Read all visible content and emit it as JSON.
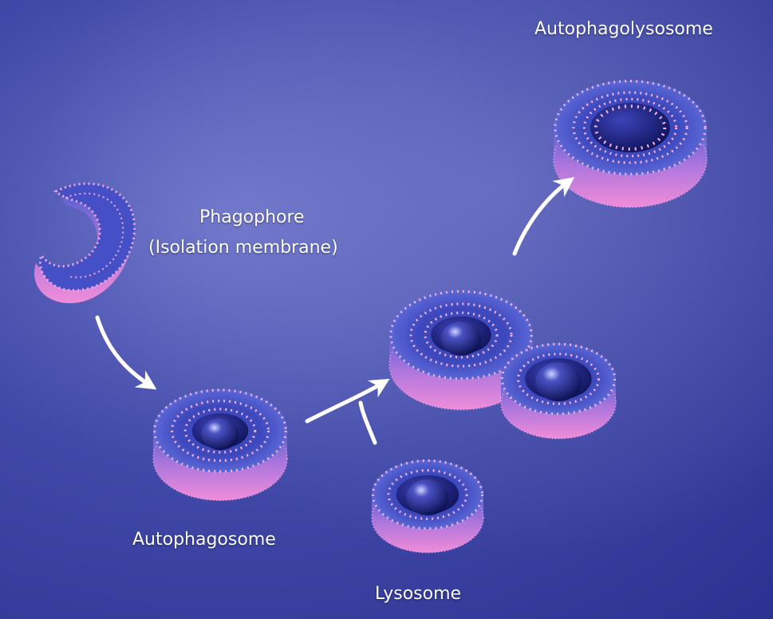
{
  "labels": {
    "autophagolysosome": "Autophagolysosome",
    "phagophore_line1": "Phagophore",
    "phagophore_line2": "(Isolation membrane)",
    "autophagosome": "Autophagosome",
    "lysosome": "Lysosome"
  },
  "colors": {
    "background": "#4149a8",
    "membrane_pink": "#e27bd8",
    "membrane_blue": "#4b56c8",
    "lumen": "#1b1f7a",
    "arrow": "#ffffff",
    "text": "#ffffff"
  },
  "structures": [
    {
      "name": "phagophore",
      "icon": "crescent-membrane"
    },
    {
      "name": "autophagosome",
      "icon": "double-membrane-vesicle"
    },
    {
      "name": "lysosome",
      "icon": "single-membrane-vesicle"
    },
    {
      "name": "fusion",
      "icon": "fusing-vesicles"
    },
    {
      "name": "autophagolysosome",
      "icon": "degrading-vesicle"
    }
  ]
}
